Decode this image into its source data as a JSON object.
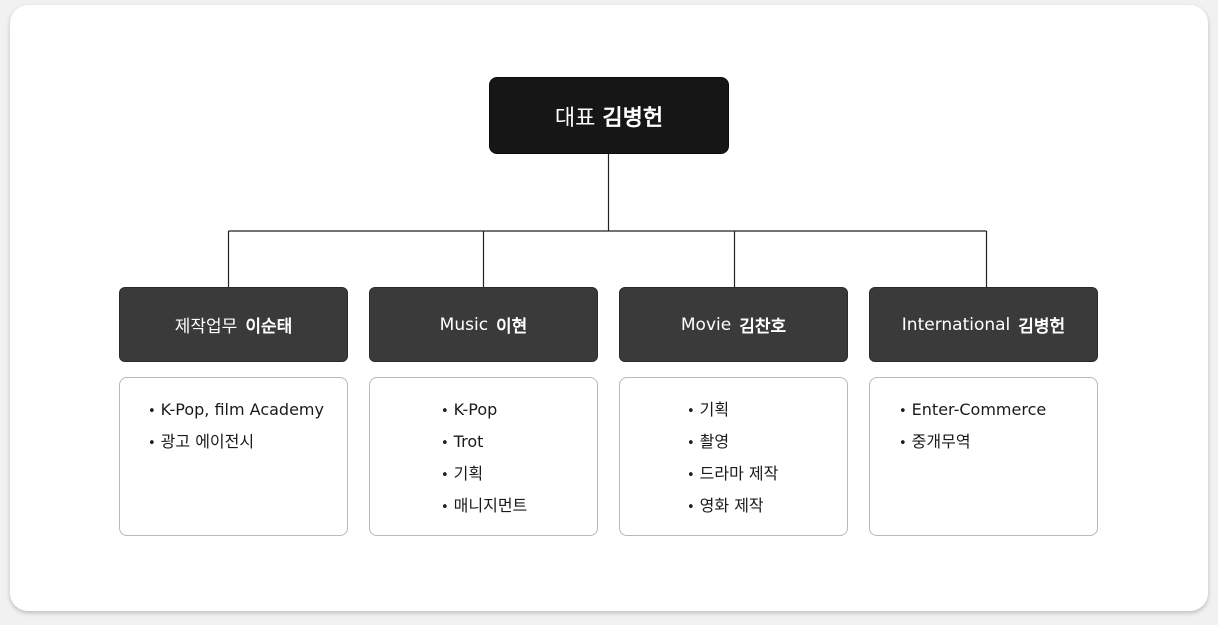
{
  "ceo": {
    "role": "대표",
    "name": "김병헌"
  },
  "departments": [
    {
      "role": "제작업무",
      "name": "이순태",
      "items": [
        "K-Pop, film Academy",
        "광고 에이전시"
      ]
    },
    {
      "role": "Music",
      "name": "이현",
      "items": [
        "K-Pop",
        "Trot",
        "기획",
        "매니지먼트"
      ]
    },
    {
      "role": "Movie",
      "name": "김찬호",
      "items": [
        "기획",
        "촬영",
        "드라마 제작",
        "영화 제작"
      ]
    },
    {
      "role": "International",
      "name": "김병헌",
      "items": [
        "Enter-Commerce",
        "중개무역"
      ]
    }
  ]
}
